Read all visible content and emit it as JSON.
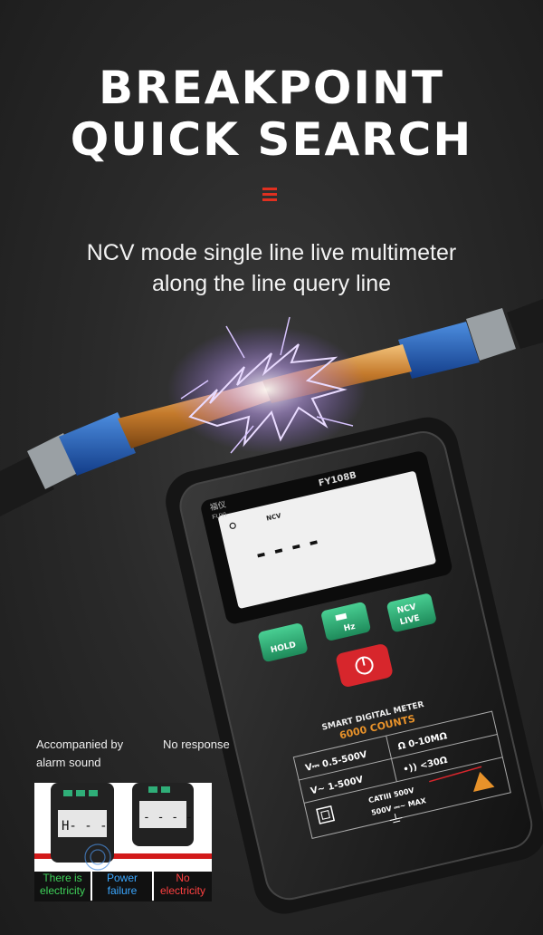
{
  "headline": {
    "line1": "BREAKPOINT",
    "line2": "QUICK SEARCH"
  },
  "subtitle": {
    "line1": "NCV mode single line live multimeter",
    "line2": "along the line query line"
  },
  "colors": {
    "accent": "#e03020",
    "button_green": "#2fae78",
    "button_red": "#d7262c",
    "orange": "#e8922a"
  },
  "meter": {
    "model": "FY108B",
    "brand_cn": "福仪",
    "brand": "FUYI",
    "lcd_mode": "NCV",
    "lcd_reading": "- - - -",
    "buttons": {
      "hold": "HOLD",
      "hz": "Hz",
      "ncv": "NCV",
      "live": "LIVE"
    },
    "title": "SMART DIGITAL METER",
    "counts": "6000 COUNTS",
    "spec_dcv": "V⎓ 0.5-500V",
    "spec_acv": "V~ 1-500V",
    "spec_ohm": "Ω 0-10MΩ",
    "spec_cont": "•)) <30Ω",
    "cat": "CATIII 500V",
    "max": "500V ⎓~ MAX"
  },
  "inset": {
    "note_left": "Accompanied by alarm sound",
    "note_right": "No response",
    "legend_yes": "There is electricity",
    "legend_pf": "Power failure",
    "legend_no": "No electricity",
    "lcd_left": "H- - -",
    "lcd_right": "- - - -"
  },
  "icons": [
    "power-icon",
    "lightning-icon",
    "warning-icon",
    "double-insulation-icon",
    "ground-icon",
    "flashlight-icon"
  ]
}
